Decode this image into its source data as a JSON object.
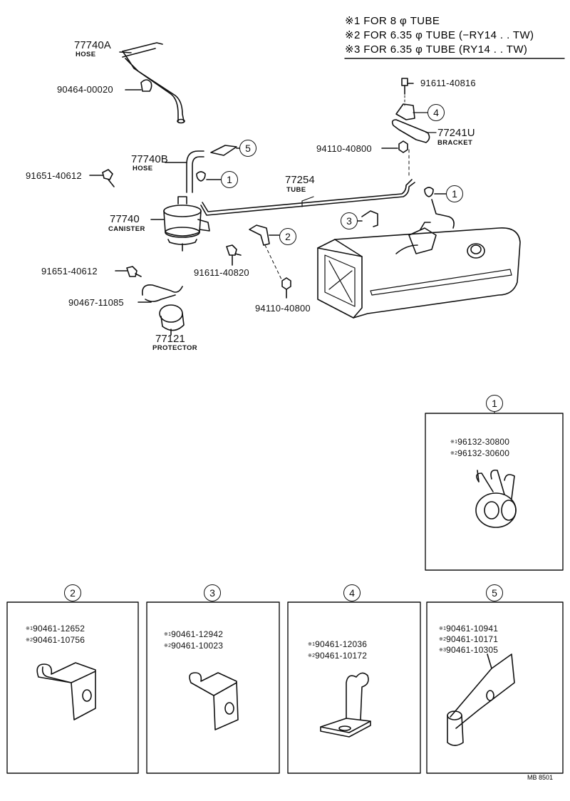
{
  "notes": [
    {
      "mark": "※1",
      "text": "FOR 8 φ TUBE"
    },
    {
      "mark": "※2",
      "text": "FOR 6.35 φ TUBE (−RY14 . . TW)"
    },
    {
      "mark": "※3",
      "text": "FOR 6.35 φ TUBE (RY14 . . TW)"
    }
  ],
  "parts": {
    "hose_a": {
      "no": "77740A",
      "name": "HOSE"
    },
    "clamp_90464": {
      "no": "90464-00020"
    },
    "bolt_91611_top": {
      "no": "91611-40816"
    },
    "bracket_77241u": {
      "no": "77241U",
      "name": "BRACKET"
    },
    "nut_94110_top": {
      "no": "94110-40800"
    },
    "hose_b": {
      "no": "77740B",
      "name": "HOSE"
    },
    "bolt_91651_top": {
      "no": "91651-40612"
    },
    "tube_77254": {
      "no": "77254",
      "name": "TUBE"
    },
    "canister": {
      "no": "77740",
      "name": "CANISTER"
    },
    "bolt_91651_mid": {
      "no": "91651-40612"
    },
    "bolt_91611_mid": {
      "no": "91611-40820"
    },
    "clamp_90467": {
      "no": "90467-11085"
    },
    "nut_94110_bot": {
      "no": "94110-40800"
    },
    "protector": {
      "no": "77121",
      "name": "PROTECTOR"
    }
  },
  "callouts": [
    "1",
    "2",
    "3",
    "4",
    "5"
  ],
  "details": {
    "d1": {
      "num": "1",
      "lines": [
        [
          "※1",
          "96132-30800"
        ],
        [
          "※2",
          "96132-30600"
        ]
      ]
    },
    "d2": {
      "num": "2",
      "lines": [
        [
          "※1",
          "90461-12652"
        ],
        [
          "※2",
          "90461-10756"
        ]
      ]
    },
    "d3": {
      "num": "3",
      "lines": [
        [
          "※1",
          "90461-12942"
        ],
        [
          "※2",
          "90461-10023"
        ]
      ]
    },
    "d4": {
      "num": "4",
      "lines": [
        [
          "※1",
          "90461-12036"
        ],
        [
          "※2",
          "90461-10172"
        ]
      ]
    },
    "d5": {
      "num": "5",
      "lines": [
        [
          "※1",
          "90461-10941"
        ],
        [
          "※2",
          "90461-10171"
        ],
        [
          "※3",
          "90461-10305"
        ]
      ]
    }
  },
  "code": "MB 8501"
}
